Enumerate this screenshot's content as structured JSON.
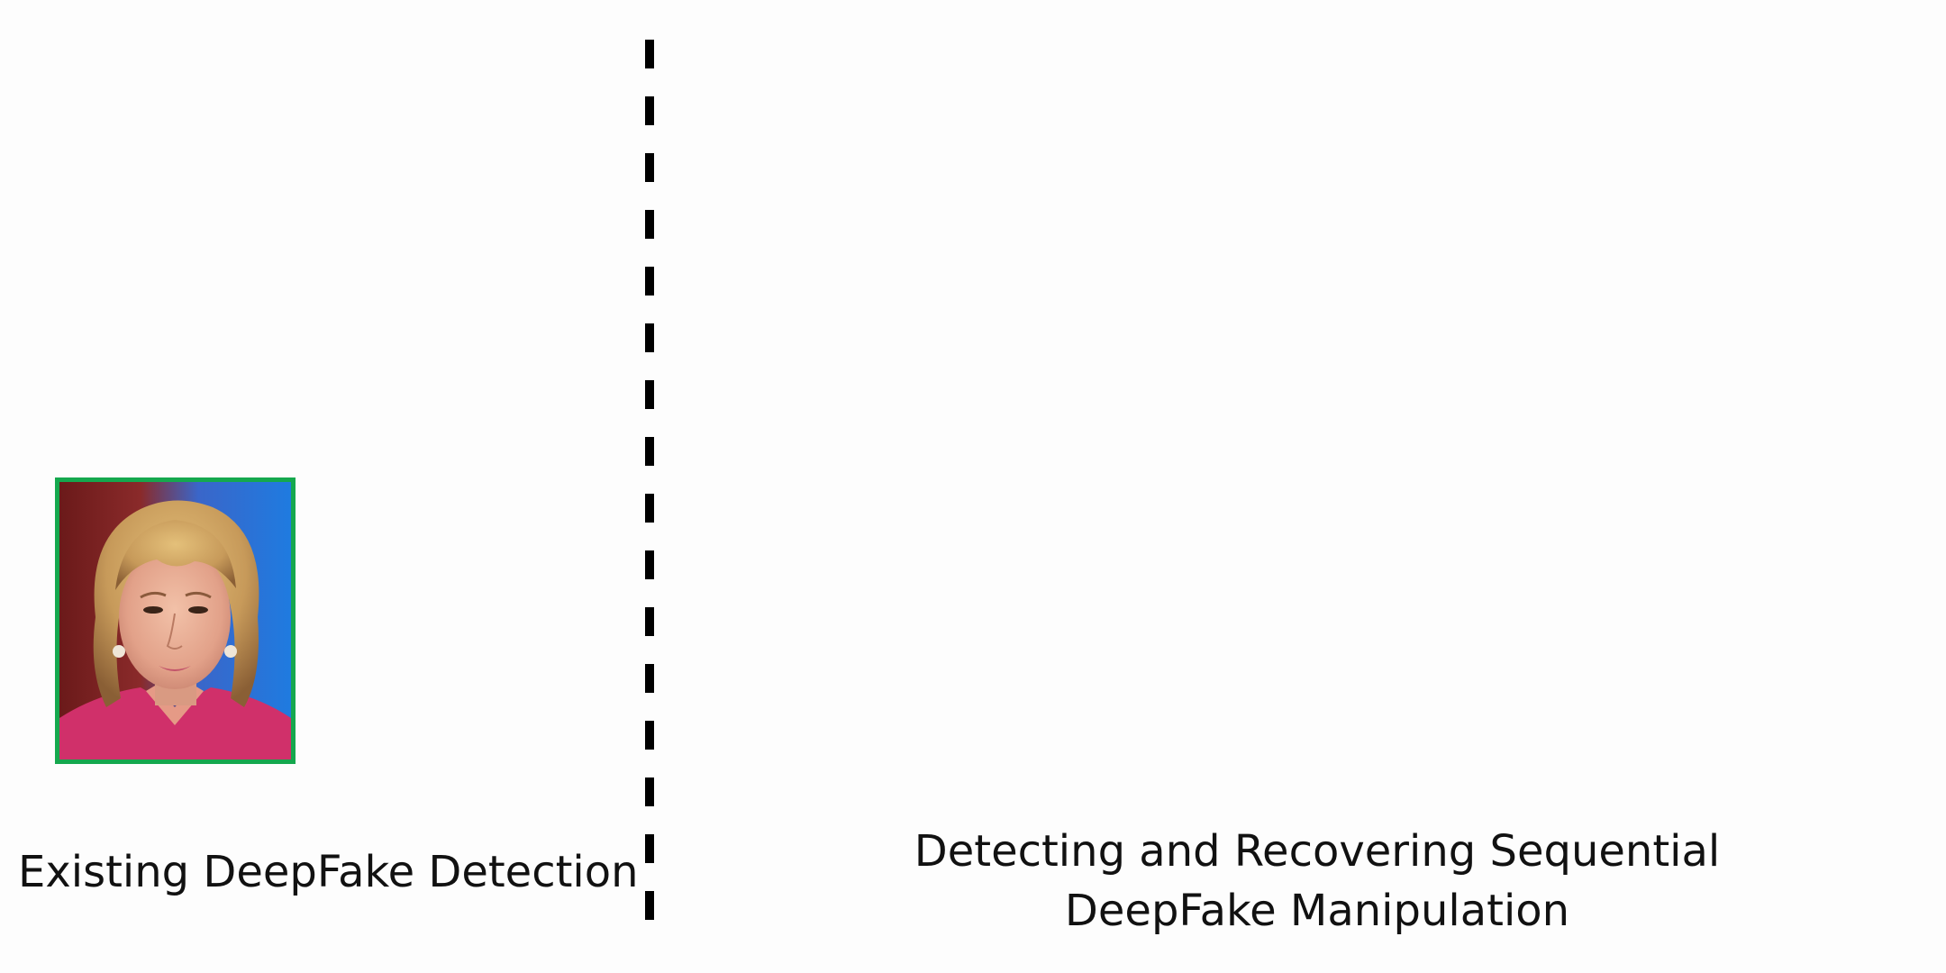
{
  "left_panel": {
    "caption": "Existing DeepFake Detection",
    "frame_color": "#15a84e",
    "image": "face-photo"
  },
  "right_panel": {
    "caption_line1": "Detecting and Recovering Sequential",
    "caption_line2": "DeepFake Manipulation"
  },
  "divider": {
    "style": "dashed",
    "color": "#000000"
  }
}
